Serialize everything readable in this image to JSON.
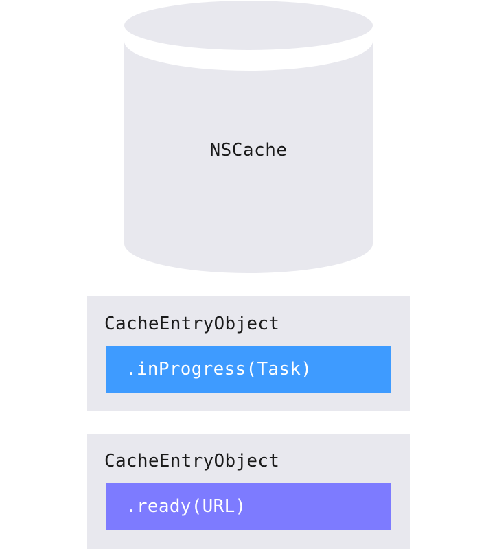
{
  "cache": {
    "label": "NSCache",
    "color": "#e8e8ee"
  },
  "entries": [
    {
      "title": "CacheEntryObject",
      "state": ".inProgress(Task)",
      "state_color": "#3e9bff"
    },
    {
      "title": "CacheEntryObject",
      "state": ".ready(URL)",
      "state_color": "#7d7bff"
    }
  ]
}
